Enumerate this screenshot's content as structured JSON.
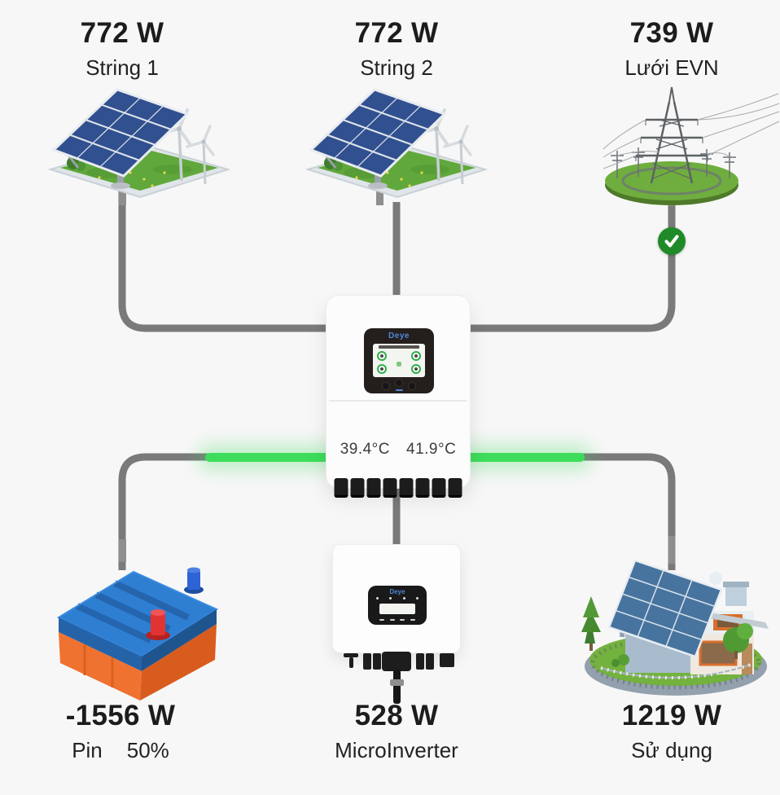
{
  "nodes": {
    "string1": {
      "value": "772 W",
      "label": "String 1"
    },
    "string2": {
      "value": "772 W",
      "label": "String 2"
    },
    "grid": {
      "value": "739 W",
      "label": "Lưới EVN"
    },
    "battery": {
      "value": "-1556 W",
      "label": "Pin",
      "soc": "50%"
    },
    "microinverter": {
      "value": "528 W",
      "label": "MicroInverter"
    },
    "load": {
      "value": "1219 W",
      "label": "Sử dụng"
    }
  },
  "inverter": {
    "brand": "Deye",
    "temp_left": "39.4°C",
    "temp_right": "41.9°C"
  },
  "microinverter_device": {
    "brand": "Deye"
  },
  "status": {
    "grid_icon": "check-icon"
  },
  "colors": {
    "flow_active_green": "#3edc5c",
    "line_gray": "#7a7a7a",
    "check_green": "#1e8a28",
    "text_dark": "#1c1c1c",
    "background": "#f7f7f7"
  }
}
